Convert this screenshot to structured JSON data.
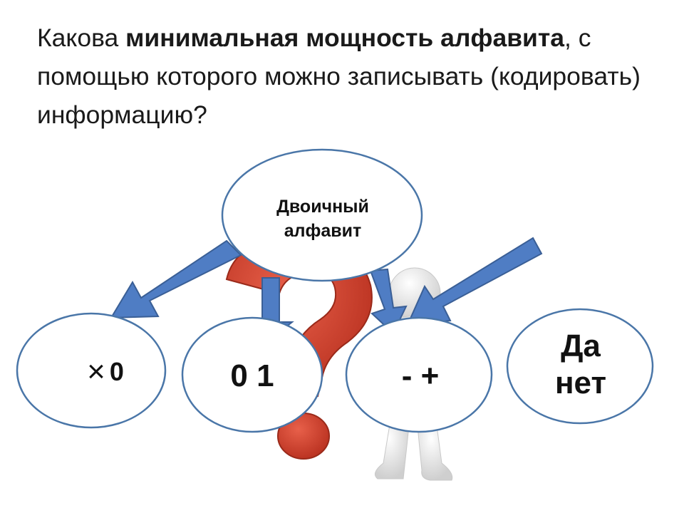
{
  "question": {
    "part1": "Какова ",
    "bold1": "минимальная мощность алфавита",
    "part2": ", с помощью которого можно записывать (кодировать) информацию?"
  },
  "center": {
    "line1": "Двоичный",
    "line2": "алфавит"
  },
  "options": {
    "o1_symbol": "×",
    "o1_text": "0",
    "o2": "0 1",
    "o3": "- +",
    "o4_line1": "Да",
    "o4_line2": "нет"
  },
  "colors": {
    "ellipse_stroke": "#4a76a8",
    "arrow_fill": "#4f7dc4",
    "arrow_stroke": "#3a5f96",
    "question_mark": "#d4452e",
    "figure": "#e6e6e6"
  }
}
